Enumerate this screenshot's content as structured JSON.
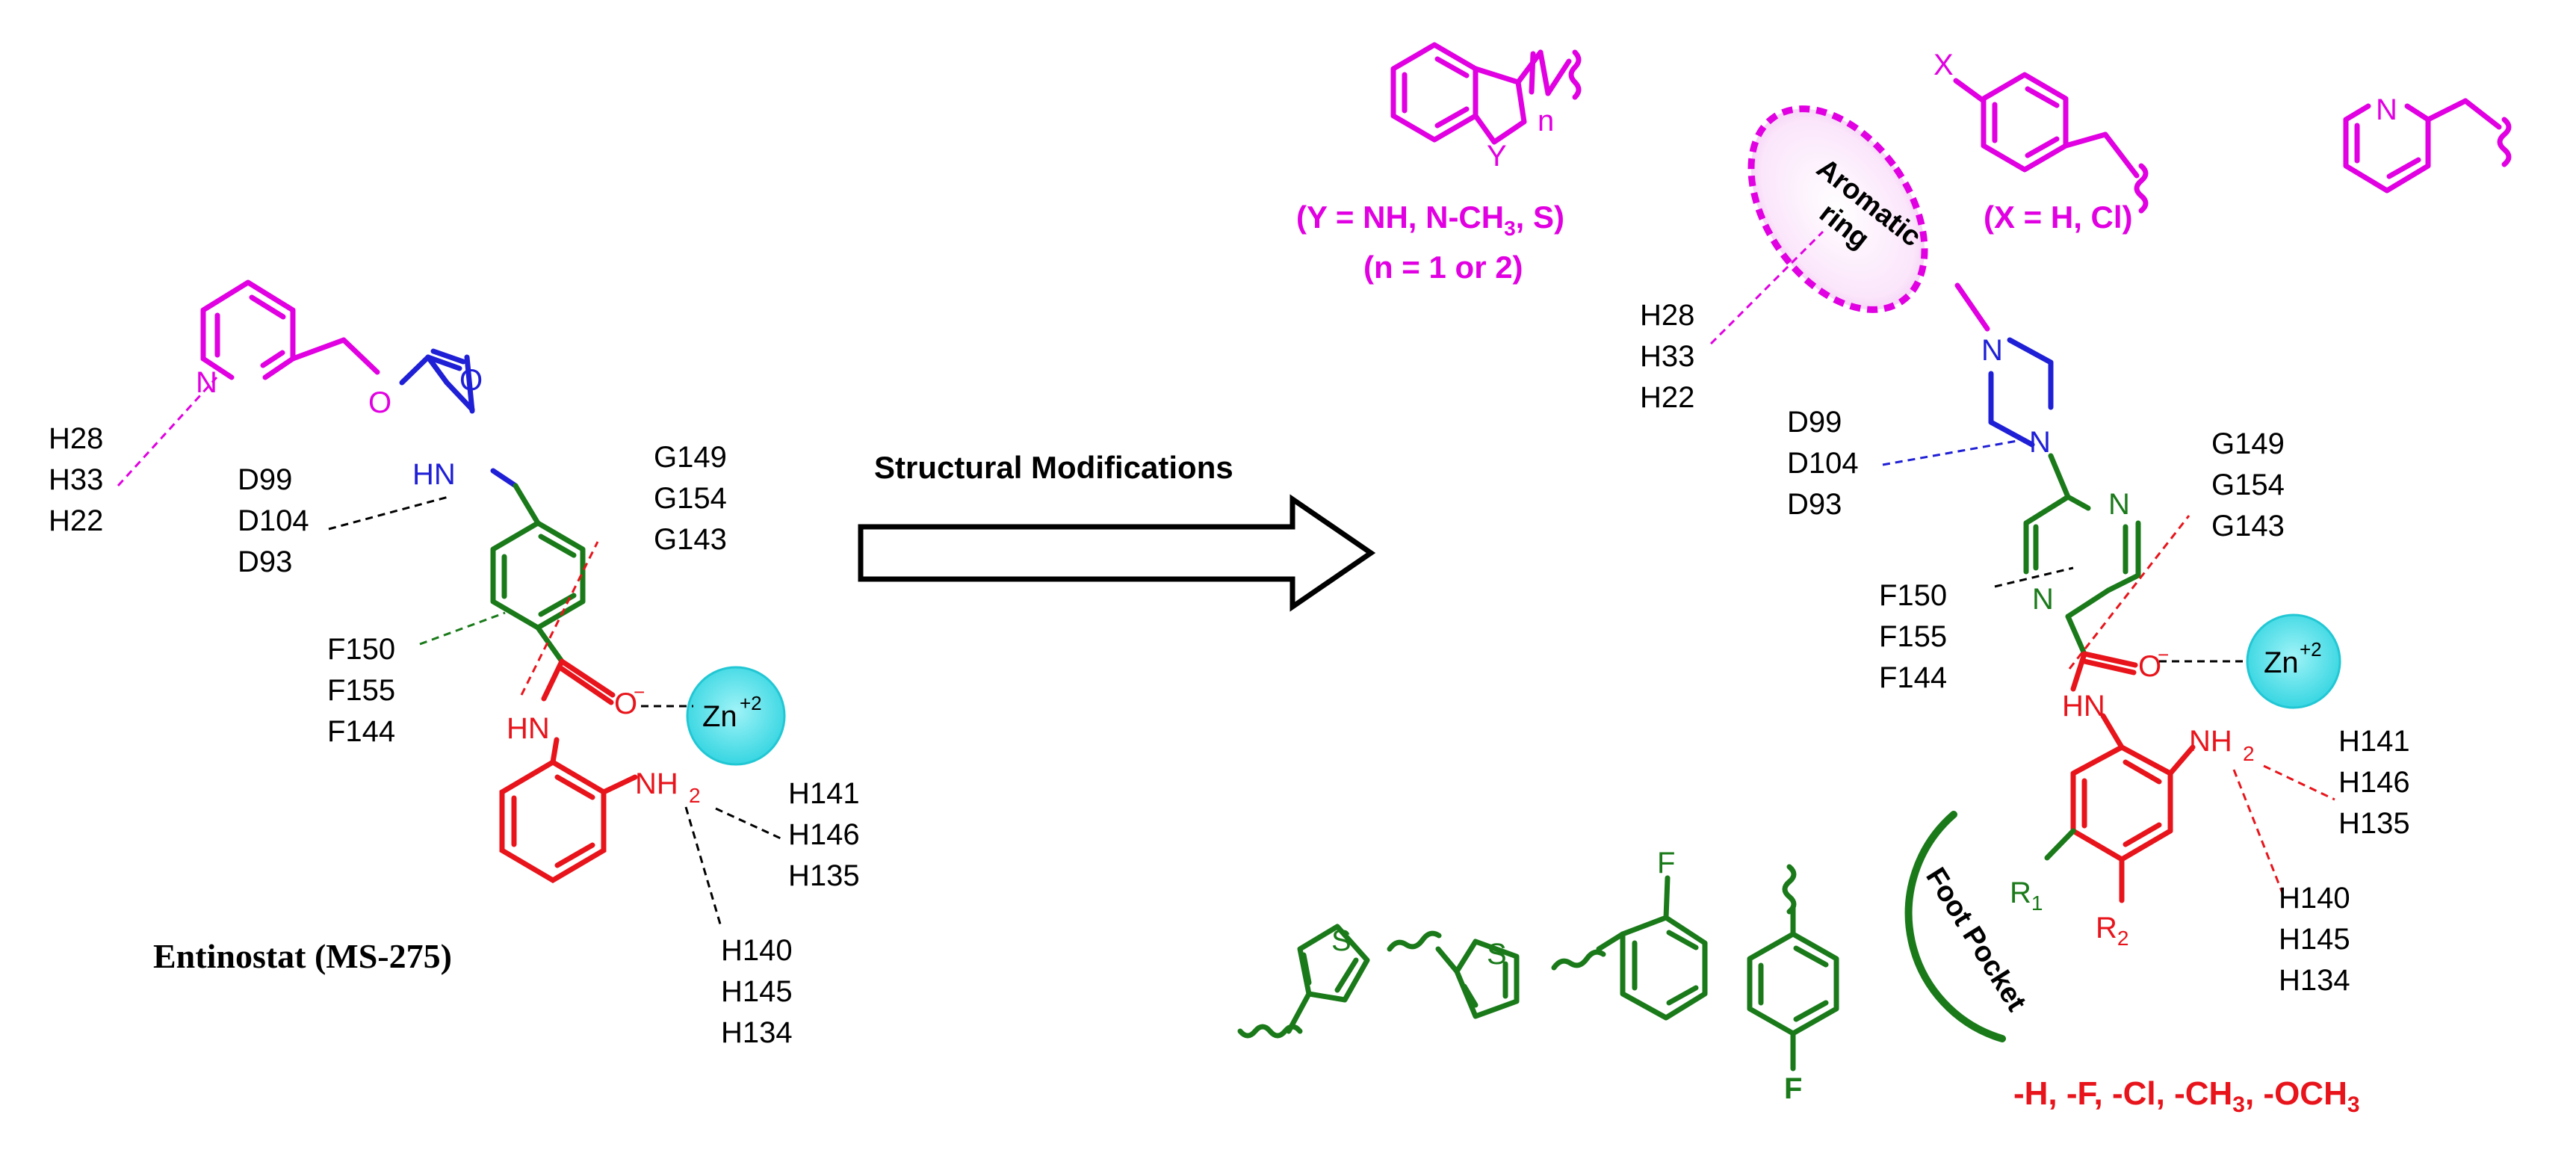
{
  "colors": {
    "magenta": "#e100e1",
    "blue": "#1f1fd6",
    "green": "#1a7a1a",
    "red": "#e8141b",
    "zinc_fill": "#5ee6ee",
    "black": "#000000"
  },
  "left": {
    "compound_name": "Entinostat (MS-275)",
    "atoms": {
      "pyridine_n": "N",
      "ester_o": "O",
      "carbonyl_o": "O",
      "carbamate_nh": "HN",
      "amide_o": "O",
      "amide_o_charge": "−",
      "amide_nh": "HN",
      "amine_nh2": "NH",
      "amine_sub": "2",
      "zinc": "Zn",
      "zinc_charge": "+2"
    },
    "residues": {
      "cap": [
        "H28",
        "H33",
        "H22"
      ],
      "linker": [
        "D99",
        "D104",
        "D93"
      ],
      "gly": [
        "G149",
        "G154",
        "G143"
      ],
      "phe": [
        "F150",
        "F155",
        "F144"
      ],
      "his_a": [
        "H141",
        "H146",
        "H135"
      ],
      "his_b": [
        "H140",
        "H145",
        "H134"
      ]
    }
  },
  "arrow": {
    "label": "Structural Modifications"
  },
  "right": {
    "top_groups": {
      "indole_y": "Y",
      "indole_n": "n",
      "y_options": "(Y = NH, N-CH",
      "y_sub": "3",
      "y_tail": ", S)",
      "n_options": "(n = 1 or 2)",
      "phenyl_x": "X",
      "x_options": "(X = H, Cl)",
      "pyridyl_n": "N"
    },
    "aromatic_label_1": "Aromatic",
    "aromatic_label_2": "ring",
    "foot_pocket_label": "Foot Pocket",
    "atoms": {
      "pip_n1": "N",
      "pip_n2": "N",
      "pyz_n1": "N",
      "pyz_n2": "N",
      "amide_o": "O",
      "amide_o_charge": "−",
      "amide_nh": "HN",
      "amine_nh2": "NH",
      "amine_sub": "2",
      "zinc": "Zn",
      "zinc_charge": "+2",
      "r1": "R",
      "r1_sub": "1",
      "r2": "R",
      "r2_sub": "2"
    },
    "residues": {
      "cap": [
        "H28",
        "H33",
        "H22"
      ],
      "linker": [
        "D99",
        "D104",
        "D93"
      ],
      "gly": [
        "G149",
        "G154",
        "G143"
      ],
      "phe": [
        "F150",
        "F155",
        "F144"
      ],
      "his_a": [
        "H141",
        "H146",
        "H135"
      ],
      "his_b": [
        "H140",
        "H145",
        "H134"
      ]
    },
    "substituents": "-H, -F, -Cl, -CH",
    "substituents_sub": "3",
    "substituents_tail": ", -OCH",
    "substituents_sub2": "3",
    "foot_groups": {
      "thienyl_3_s": "S",
      "thienyl_2_s": "S",
      "fluorophenyl_2_f": "F",
      "fluorophenyl_4_f": "F"
    }
  }
}
